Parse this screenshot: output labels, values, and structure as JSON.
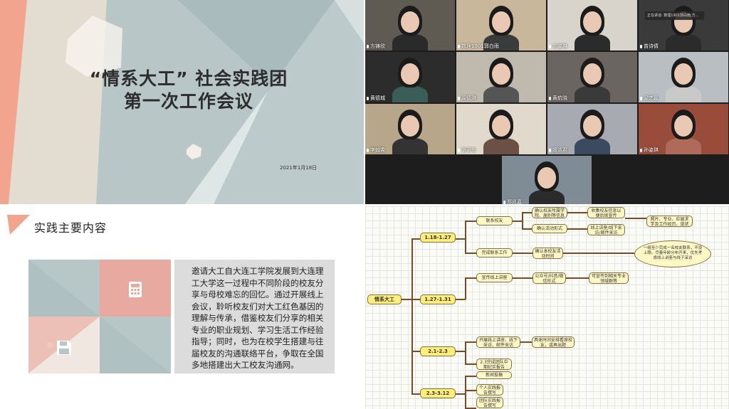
{
  "slide1": {
    "title_line1": "“情系大工”  社会实践团",
    "title_line2": "第一次工作会议",
    "date": "2021年1月18日"
  },
  "slide2": {
    "heading": "实践主要内容",
    "body": "邀请大工自大连工学院发展到大连理工大学这一过程中不同阶段的校友分享与母校难忘的回忆。通过开展线上会议，聆听校友们对大工红色基因的理解与传承，借鉴校友们分享的相关专业的职业规划、学习生活工作经验指导；同时，也为在校学生搭建与往届校友的沟通联络平台，争取在全国多地搭建出大工校友沟通网。",
    "icon1": "calculator-icon",
    "icon2": "save-icon"
  },
  "video": {
    "speaking_banner": "正在讲话: 数理1901郭白雨;方...",
    "participants": [
      {
        "name": "方铸欣"
      },
      {
        "name": "数理1901郭白雨"
      },
      {
        "name": "刘姿琳"
      },
      {
        "name": "曾诗倩"
      },
      {
        "name": "黄德城"
      },
      {
        "name": "周德琪"
      },
      {
        "name": "黄航晓"
      },
      {
        "name": "梁艺嘉"
      },
      {
        "name": "李翰霄"
      },
      {
        "name": "张彭彤"
      },
      {
        "name": "姬浩君"
      },
      {
        "name": "孙姿琪"
      },
      {
        "name": "郑凯嘉"
      }
    ]
  },
  "mindmap": {
    "root": "情系大工",
    "phases": [
      "1.18-1.27",
      "1.27-1.31",
      "2.1-2.3",
      "2.3-3.12"
    ],
    "nodes": {
      "a1": "联系校友",
      "a1a": "确认校友所属学院、届别等信息",
      "a1b": "确认活动形式",
      "a1a1": "收集校友信息以便后续宣传",
      "a1b1": "线上讲座/线下采访/邮件采访",
      "a1a1a": "照片、专业、应届求学及工作经历、现状",
      "a2": "完成联系工作",
      "a2a": "确认本校友活动时间",
      "note": "一组至少完成一名校友联系，不设上限。尽量年龄分布开来，优先考虑线上讲座与线下采访",
      "b1": "宣传线上讲座",
      "b1a": "公众号/抖音/微信形式",
      "b1b": "可宣传到相关专业领域群等",
      "c1": "开展线上讲座、线下采访、邮件采访",
      "c1a": "具体时间安排看原校友，或再出题",
      "c2": "2.3完成团队中期纪实报告",
      "d1": "新闻投稿",
      "d2": "个人实践报告撰写",
      "d3": "团队实践报告撰写"
    }
  }
}
